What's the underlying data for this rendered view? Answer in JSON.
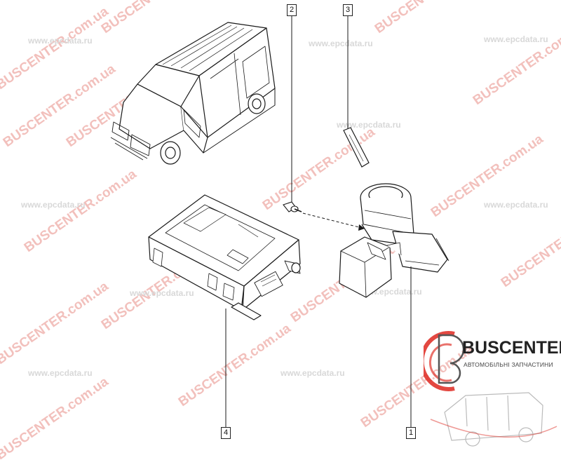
{
  "callouts": [
    {
      "id": "1",
      "label": "1"
    },
    {
      "id": "2",
      "label": "2"
    },
    {
      "id": "3",
      "label": "3"
    },
    {
      "id": "4",
      "label": "4"
    }
  ],
  "watermarks": {
    "busc": "BUSCENTER.com.ua",
    "epc": "www.epcdata.ru"
  },
  "logo": {
    "brand": "BUSCENTER",
    "subtitle": "АВТОМОБІЛЬНІ ЗАПЧАСТИНИ"
  },
  "colors": {
    "watermark_red": "#f2b8b4",
    "watermark_grey": "#d6d6d6",
    "line": "#1a1a1a",
    "logo_red": "#e0342c"
  }
}
